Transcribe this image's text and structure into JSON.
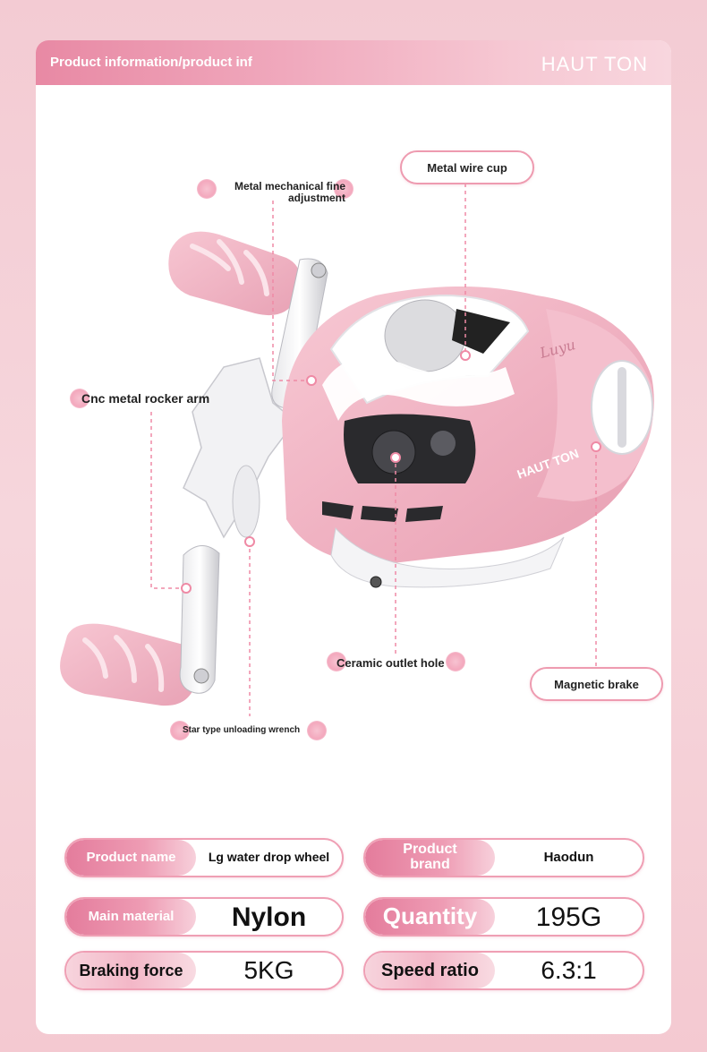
{
  "header": {
    "title": "Product information/product inf",
    "brand": "HAUT TON"
  },
  "callouts": {
    "fine_adjustment": "Metal mechanical fine adjustment",
    "wire_cup": "Metal wire cup",
    "rocker_arm": "Cnc metal rocker arm",
    "outlet_hole": "Ceramic outlet hole",
    "magnetic_brake": "Magnetic brake",
    "star_wrench": "Star type unloading wrench"
  },
  "reel_branding": {
    "side_logo": "HAUT TON",
    "script_logo": "Luyu"
  },
  "specs": [
    {
      "label": "Product name",
      "value": "Lg water drop wheel"
    },
    {
      "label": "Product brand",
      "value": "Haodun"
    },
    {
      "label": "Main material",
      "value": "Nylon"
    },
    {
      "label": "Quantity",
      "value": "195G"
    },
    {
      "label": "Braking force",
      "value": "5KG"
    },
    {
      "label": "Speed ratio",
      "value": "6.3:1"
    }
  ],
  "colors": {
    "accent_pink": "#e889a4",
    "reel_pink": "#f2b7c5",
    "border_pink": "#ef9fb4"
  }
}
